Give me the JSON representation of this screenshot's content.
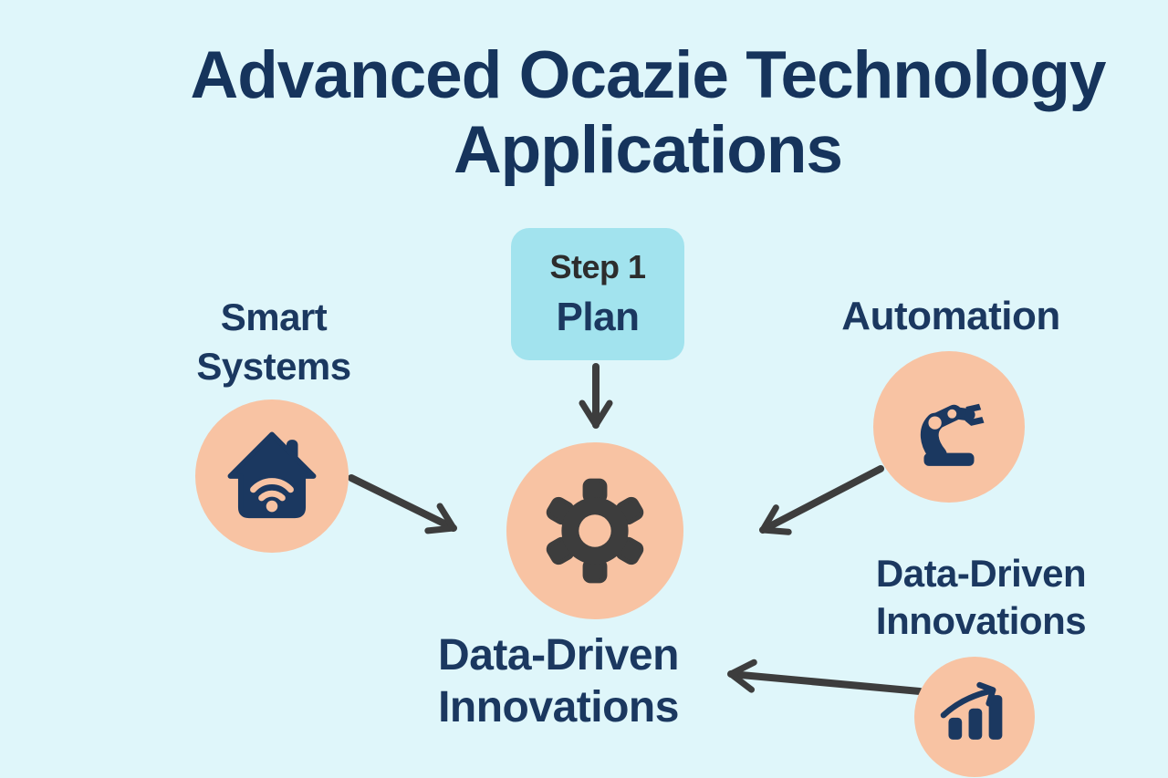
{
  "title": {
    "line1": "Advanced Ocazie Technology",
    "line2": "Applications"
  },
  "step_card": {
    "step": "Step 1",
    "name": "Plan"
  },
  "nodes": {
    "smart_systems": {
      "label_line1": "Smart",
      "label_line2": "Systems",
      "icon": "smart-home-wifi-icon"
    },
    "automation": {
      "label": "Automation",
      "icon": "robot-arm-icon"
    },
    "hub": {
      "icon": "gear-icon"
    },
    "data_driven_center": {
      "label_line1": "Data-Driven",
      "label_line2": "Innovations"
    },
    "data_driven_right": {
      "label_line1": "Data-Driven",
      "label_line2": "Innovations",
      "icon": "growth-chart-icon"
    }
  },
  "connectors": [
    {
      "name": "arrow-step-to-hub",
      "from": "step-card",
      "to": "hub"
    },
    {
      "name": "arrow-smart-to-hub",
      "from": "smart-systems-circle",
      "to": "hub"
    },
    {
      "name": "arrow-automation-to-hub",
      "from": "automation-circle",
      "to": "hub"
    },
    {
      "name": "arrow-chart-to-data-label",
      "from": "growth-chart-circle",
      "to": "data-driven-center-label"
    }
  ],
  "colors": {
    "background": "#dff6fa",
    "navy_text": "#1b3860",
    "charcoal": "#3d3d3d",
    "peach_circle": "#f8c3a3",
    "cyan_card": "#a2e3ee",
    "step_label_text": "#2d2d2d"
  }
}
